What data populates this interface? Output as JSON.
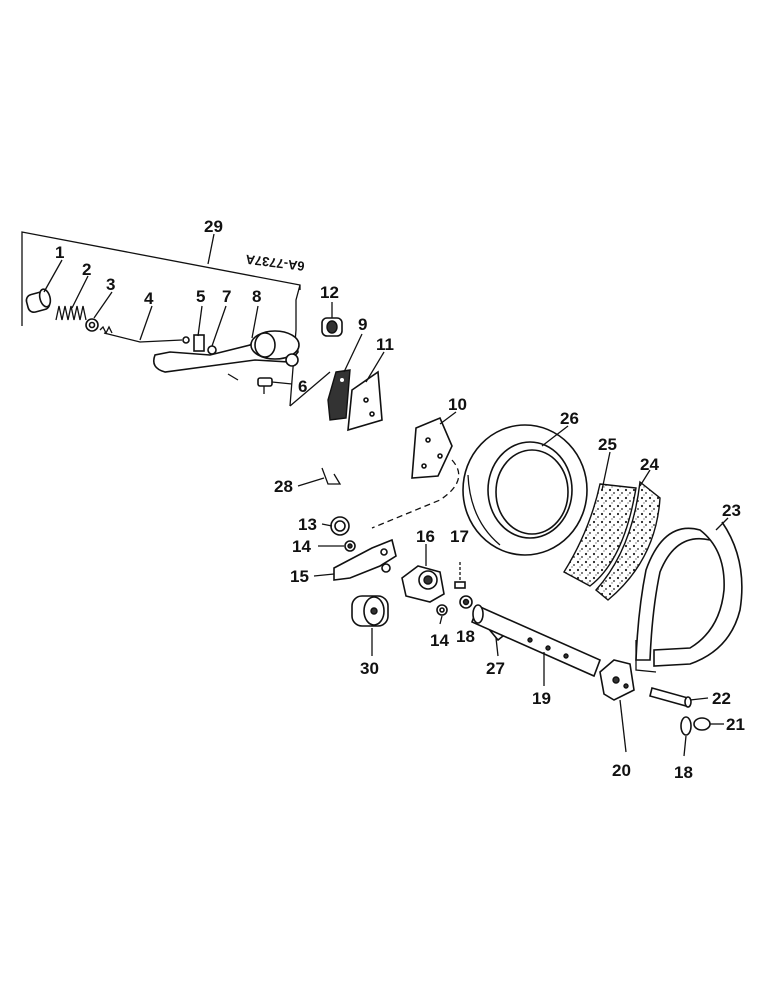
{
  "drawing_ref": "6A-7737A",
  "callouts": [
    "1",
    "2",
    "3",
    "4",
    "5",
    "7",
    "8",
    "6",
    "12",
    "9",
    "11",
    "10",
    "26",
    "25",
    "24",
    "23",
    "28",
    "13",
    "14",
    "15",
    "16",
    "17",
    "18",
    "14",
    "30",
    "27",
    "19",
    "20",
    "22",
    "21",
    "18",
    "29"
  ]
}
